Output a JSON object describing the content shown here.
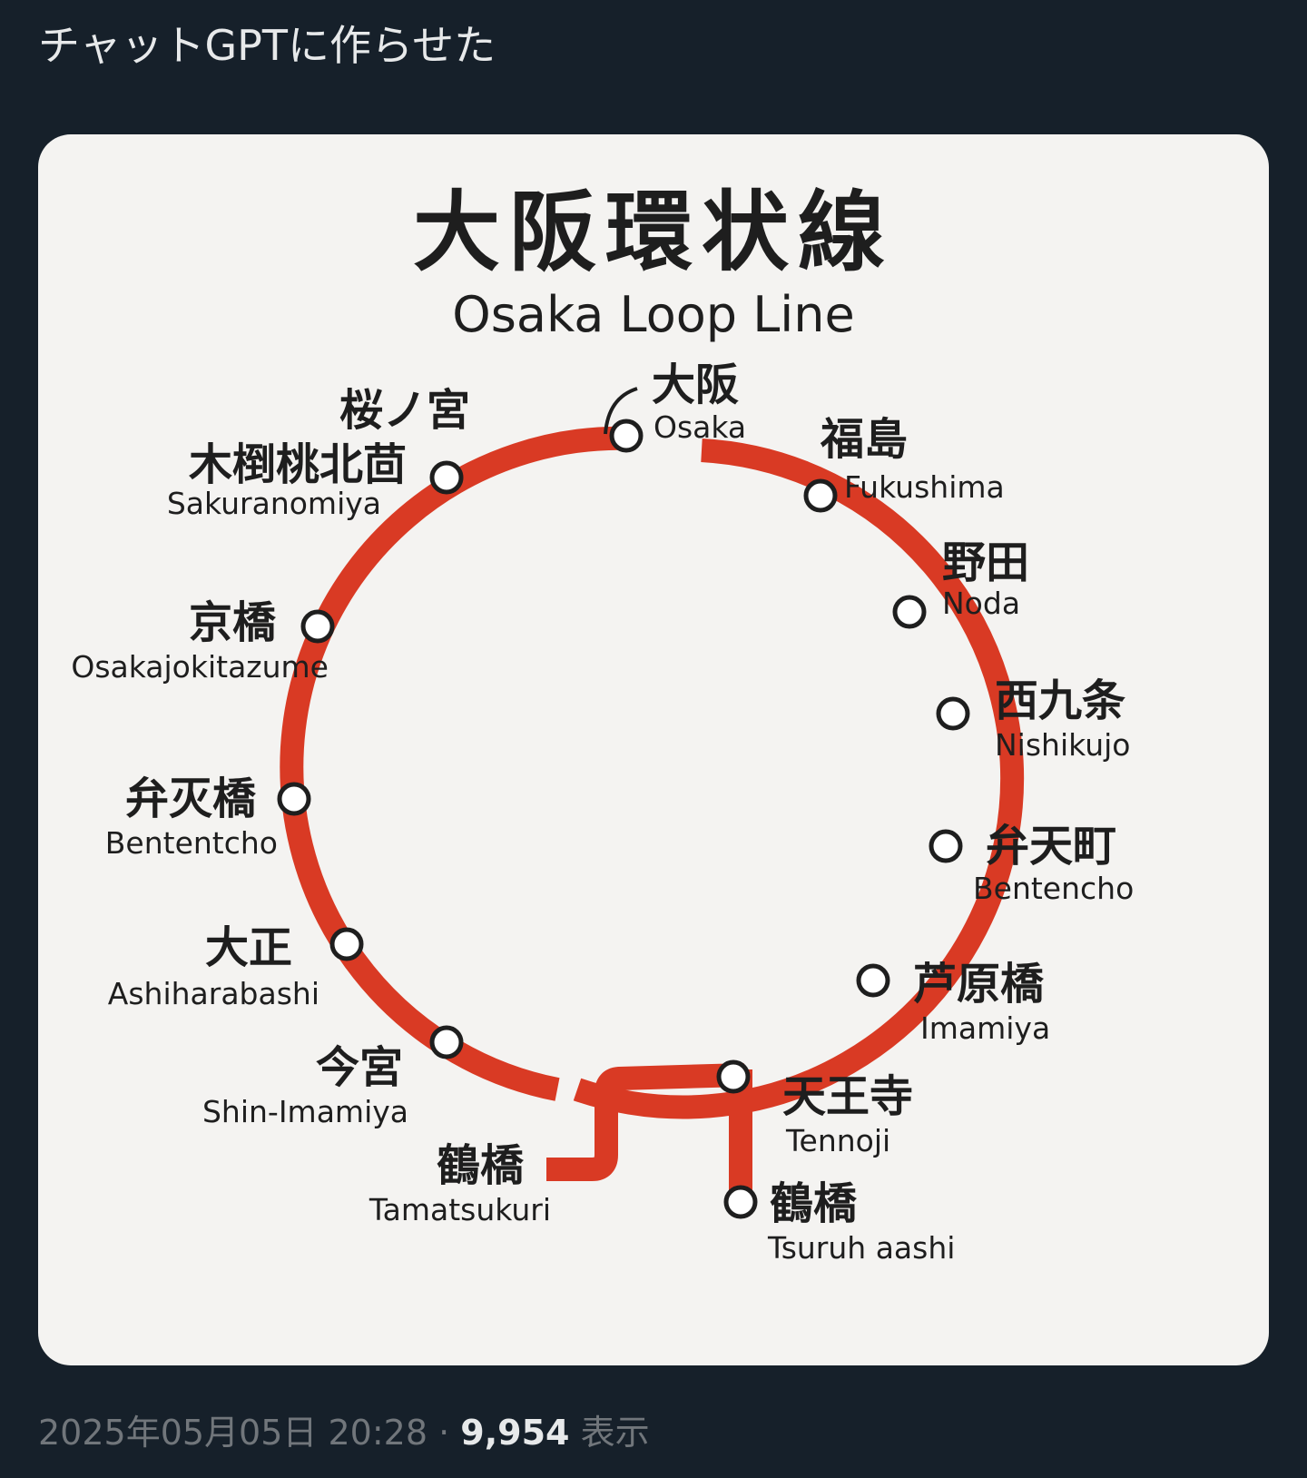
{
  "post": {
    "text": "チャットGPTに作らせた",
    "timestamp": "2025年05月05日 20:28",
    "separator": "·",
    "views_count": "9,954",
    "views_label": "表示"
  },
  "image": {
    "title_jp": "大阪環状線",
    "title_en": "Osaka Loop Line",
    "line_color": "#d93a24",
    "stations": [
      {
        "id": "osaka",
        "jp": "大阪",
        "en": "Osaka"
      },
      {
        "id": "fukushima",
        "jp": "福島",
        "en": "Fukushima"
      },
      {
        "id": "noda",
        "jp": "野田",
        "en": "Noda"
      },
      {
        "id": "nishikujo",
        "jp": "西九条",
        "en": "Nishikujo"
      },
      {
        "id": "bentencho-east",
        "jp": "弁天町",
        "en": "Bentencho"
      },
      {
        "id": "imamiya",
        "jp": "芦原橋",
        "en": "Imamiya"
      },
      {
        "id": "tennoji",
        "jp": "天王寺",
        "en": "Tennoji"
      },
      {
        "id": "tsuruhashi",
        "jp": "鶴橋",
        "en": "Tsuruh aashi"
      },
      {
        "id": "tamatsukuri",
        "jp": "鶴橋",
        "en": "Tamatsukuri"
      },
      {
        "id": "shin-imamiya",
        "jp": "今宮",
        "en": "Shin-Imamiya"
      },
      {
        "id": "ashiharabashi",
        "jp": "大正",
        "en": "Ashiharabashi"
      },
      {
        "id": "bententcho",
        "jp": "弁灭橋",
        "en": "Bententcho"
      },
      {
        "id": "osakajokitazume",
        "jp": "京橋",
        "en": "Osakajokitazume"
      },
      {
        "id": "sakuranomiya",
        "jp": "木椡桃北茴",
        "en": "Sakuranomiya"
      },
      {
        "id": "sakuranomiya-upper",
        "jp": "桜ノ宮",
        "en": ""
      }
    ]
  }
}
